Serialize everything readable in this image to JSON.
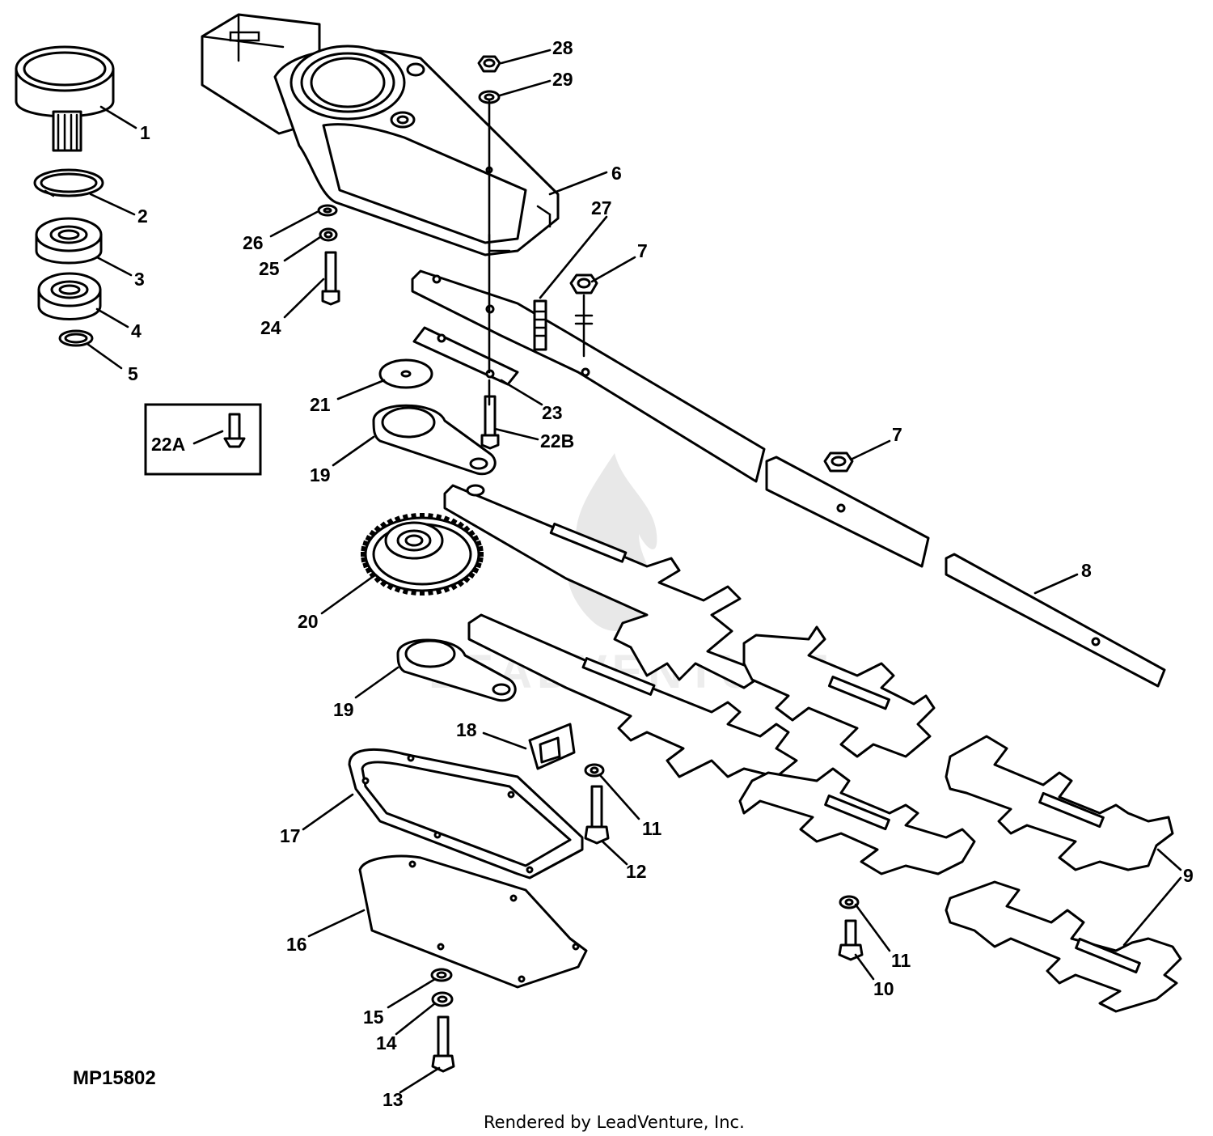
{
  "diagram": {
    "figure_id": "MP15802",
    "footer": "Rendered by LeadVenture, Inc.",
    "watermark": "LEADVENTURE",
    "callouts": {
      "c1": "1",
      "c2": "2",
      "c3": "3",
      "c4": "4",
      "c5": "5",
      "c6": "6",
      "c7a": "7",
      "c7b": "7",
      "c8": "8",
      "c9": "9",
      "c10": "10",
      "c11a": "11",
      "c11b": "11",
      "c12": "12",
      "c13": "13",
      "c14": "14",
      "c15": "15",
      "c16": "16",
      "c17": "17",
      "c18": "18",
      "c19a": "19",
      "c19b": "19",
      "c20": "20",
      "c21": "21",
      "c22a": "22A",
      "c22b": "22B",
      "c23": "23",
      "c24": "24",
      "c25": "25",
      "c26": "26",
      "c27": "27",
      "c28": "28",
      "c29": "29"
    }
  }
}
